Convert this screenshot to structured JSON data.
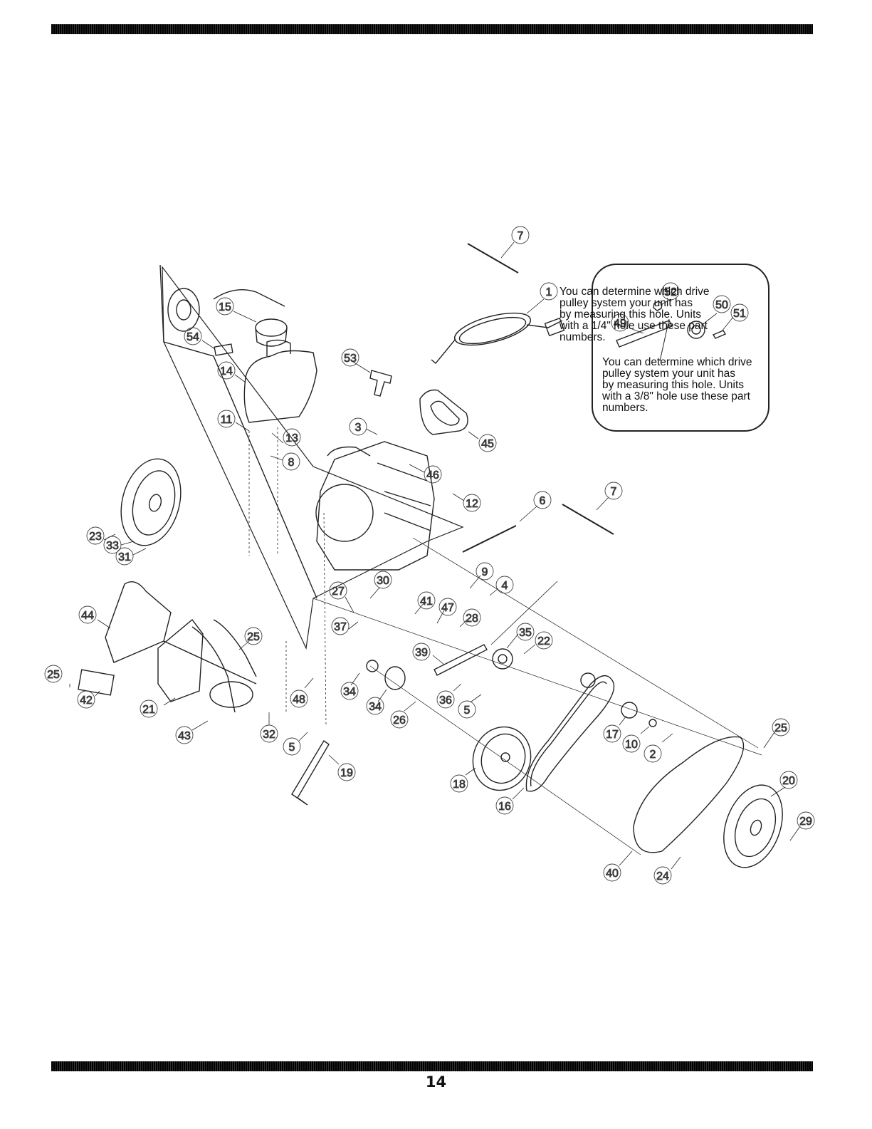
{
  "page": {
    "number": "14"
  },
  "notes": {
    "inset": {
      "lines": [
        "You can determine which drive",
        "pulley system your unit has",
        "by measuring this hole. Units",
        "with a 3/8\" hole use these part",
        "numbers."
      ]
    },
    "main": {
      "lines": [
        "You can determine which drive",
        "pulley system your unit has",
        "by measuring this hole. Units",
        "with a 1/4\" hole use these part",
        "numbers."
      ]
    }
  },
  "callouts": [
    "7",
    "1",
    "52",
    "50",
    "51",
    "49",
    "15",
    "54",
    "14",
    "53",
    "11",
    "13",
    "8",
    "3",
    "45",
    "46",
    "12",
    "6",
    "7",
    "23",
    "33",
    "31",
    "27",
    "30",
    "9",
    "4",
    "41",
    "47",
    "28",
    "44",
    "37",
    "35",
    "22",
    "25",
    "39",
    "25",
    "42",
    "21",
    "48",
    "34",
    "36",
    "34",
    "5",
    "26",
    "43",
    "32",
    "5",
    "19",
    "18",
    "16",
    "17",
    "10",
    "2",
    "25",
    "20",
    "29",
    "40",
    "24"
  ]
}
